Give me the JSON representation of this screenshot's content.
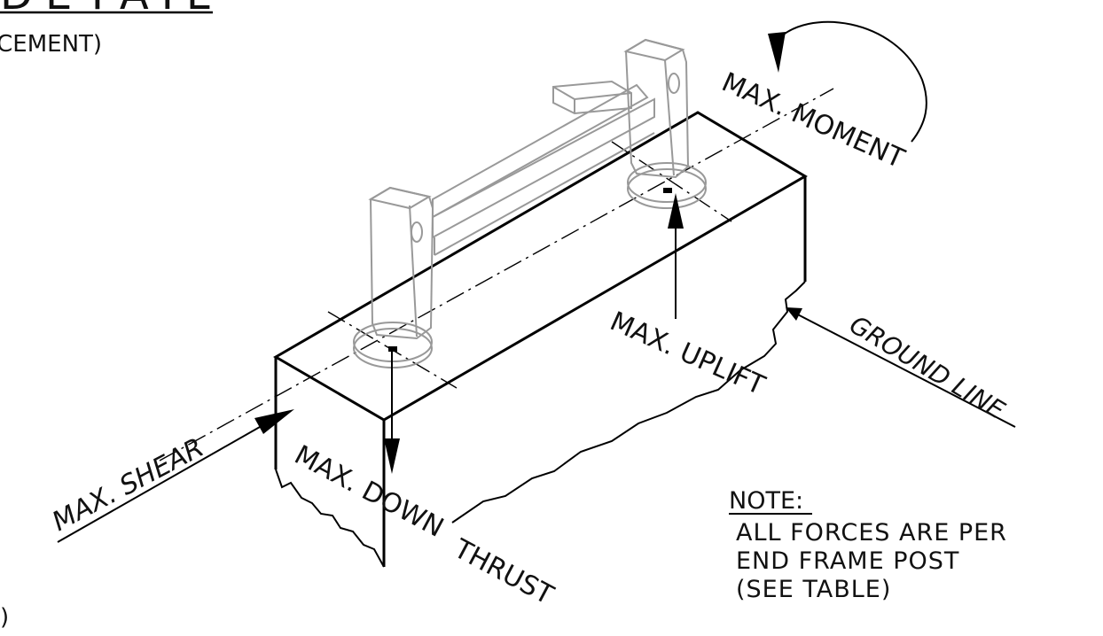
{
  "title": {
    "line1": "DETAIL",
    "line2": "(CEMENT)",
    "bottom_fragment": ")"
  },
  "labels": {
    "max_moment": "MAX. MOMENT",
    "max_uplift": "MAX. UPLIFT",
    "ground_line": "GROUND LINE",
    "max_shear": "MAX. SHEAR",
    "max_down_thrust_1": "MAX. DOWN",
    "max_down_thrust_2": "THRUST"
  },
  "note": {
    "heading": "NOTE:",
    "lines": [
      "ALL FORCES ARE PER",
      "END FRAME POST",
      "(SEE TABLE)"
    ]
  },
  "colors": {
    "line": "#000000",
    "frame": "#999999",
    "text": "#111111",
    "background": "#ffffff"
  }
}
